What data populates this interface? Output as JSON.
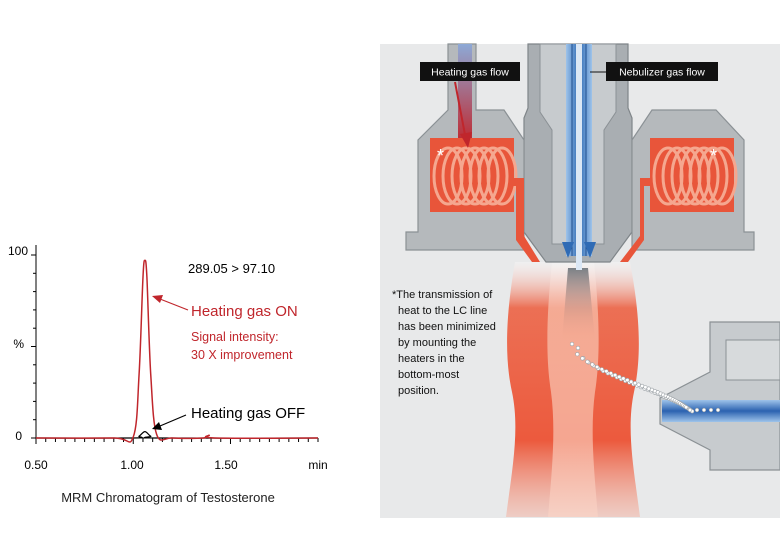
{
  "chromatogram": {
    "y_ticks": [
      "100",
      "%",
      "0"
    ],
    "x_ticks": [
      "0.50",
      "1.00",
      "1.50",
      "min"
    ],
    "transition": "289.05 > 97.10",
    "on_label": "Heating gas ON",
    "signal_line1": "Signal intensity:",
    "signal_line2": "30 X improvement",
    "off_label": "Heating gas OFF",
    "caption": "MRM Chromatogram of Testosterone",
    "colors": {
      "on": "#c0262c",
      "off": "#000000"
    }
  },
  "chart_data": {
    "type": "line",
    "xlabel": "min",
    "ylabel": "%",
    "xlim": [
      0.5,
      1.95
    ],
    "ylim": [
      0,
      100
    ],
    "series": [
      {
        "name": "Heating gas ON",
        "x": [
          0.5,
          0.9,
          1.0,
          1.03,
          1.05,
          1.06,
          1.07,
          1.09,
          1.12,
          1.2,
          1.36,
          1.39,
          1.42,
          1.95
        ],
        "y": [
          0,
          0,
          0.5,
          35,
          88,
          97,
          88,
          35,
          2,
          0,
          0,
          1.5,
          0,
          0
        ]
      },
      {
        "name": "Heating gas OFF",
        "x": [
          0.5,
          1.0,
          1.03,
          1.06,
          1.09,
          1.13,
          1.95
        ],
        "y": [
          0,
          0,
          1,
          3.5,
          1,
          0,
          0
        ]
      }
    ]
  },
  "diagram": {
    "heating_label": "Heating gas flow",
    "nebulizer_label": "Nebulizer gas flow",
    "note_lines": [
      "*The transmission of",
      "heat to the LC line",
      "has been minimized",
      "by mounting the",
      "heaters in the",
      "bottom-most",
      "position."
    ],
    "asterisk": "*",
    "colors": {
      "housing": "#a9aeb2",
      "heater": "#e8553a",
      "coil": "#f5a78f",
      "spray": "#ea4a2c",
      "nozzle": "#2f6bb5"
    }
  }
}
